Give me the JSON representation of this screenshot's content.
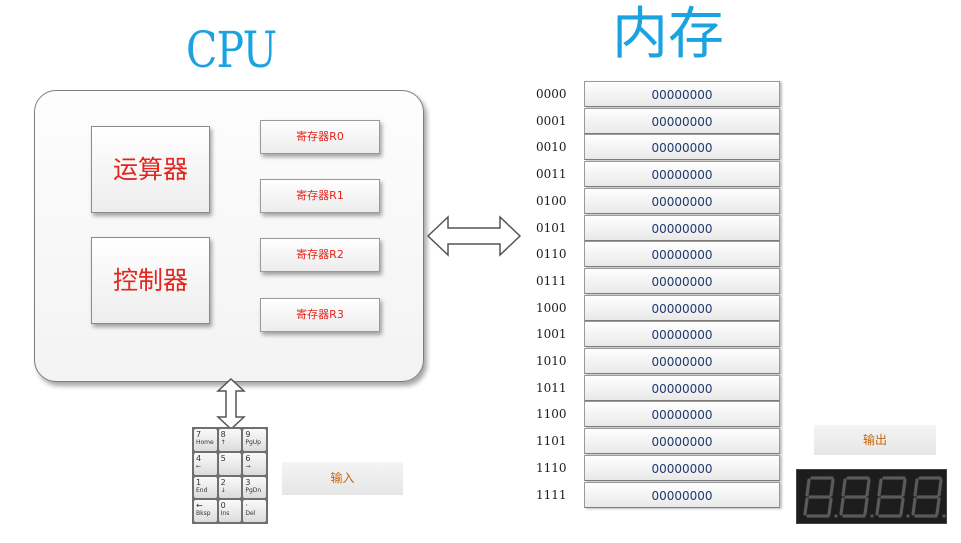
{
  "titles": {
    "cpu": "CPU",
    "memory": "内存"
  },
  "cpu": {
    "units": [
      "运算器",
      "控制器"
    ],
    "registers": [
      "寄存器R0",
      "寄存器R1",
      "寄存器R2",
      "寄存器R3"
    ]
  },
  "memory": {
    "rows": [
      {
        "addr": "0000",
        "value": "00000000"
      },
      {
        "addr": "0001",
        "value": "00000000"
      },
      {
        "addr": "0010",
        "value": "00000000"
      },
      {
        "addr": "0011",
        "value": "00000000"
      },
      {
        "addr": "0100",
        "value": "00000000"
      },
      {
        "addr": "0101",
        "value": "00000000"
      },
      {
        "addr": "0110",
        "value": "00000000"
      },
      {
        "addr": "0111",
        "value": "00000000"
      },
      {
        "addr": "1000",
        "value": "00000000"
      },
      {
        "addr": "1001",
        "value": "00000000"
      },
      {
        "addr": "1010",
        "value": "00000000"
      },
      {
        "addr": "1011",
        "value": "00000000"
      },
      {
        "addr": "1100",
        "value": "00000000"
      },
      {
        "addr": "1101",
        "value": "00000000"
      },
      {
        "addr": "1110",
        "value": "00000000"
      },
      {
        "addr": "1111",
        "value": "00000000"
      }
    ]
  },
  "io": {
    "input_label": "输入",
    "output_label": "输出",
    "display_digits": "8888"
  },
  "keypad": {
    "keys": [
      {
        "num": "7",
        "sub": "Home"
      },
      {
        "num": "8",
        "sub": "↑"
      },
      {
        "num": "9",
        "sub": "PgUp"
      },
      {
        "num": "4",
        "sub": "←"
      },
      {
        "num": "5",
        "sub": ""
      },
      {
        "num": "6",
        "sub": "→"
      },
      {
        "num": "1",
        "sub": "End"
      },
      {
        "num": "2",
        "sub": "↓"
      },
      {
        "num": "3",
        "sub": "PgDn"
      },
      {
        "num": "←",
        "sub": "Bksp"
      },
      {
        "num": "0",
        "sub": "Ins"
      },
      {
        "num": "·",
        "sub": "Del"
      }
    ]
  },
  "colors": {
    "title": "#1aa3e0",
    "unit_text": "#e2251d",
    "io_label": "#c8640a",
    "memory_value": "#1f3a6e"
  }
}
